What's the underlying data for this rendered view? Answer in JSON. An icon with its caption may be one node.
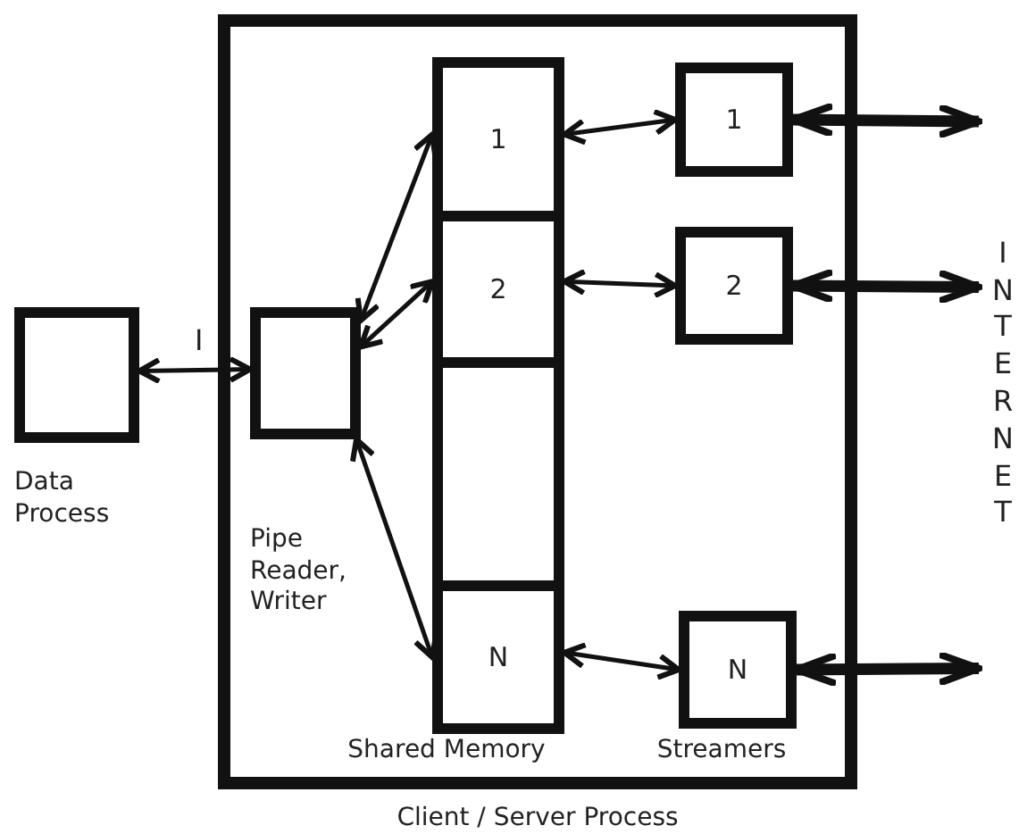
{
  "diagram": {
    "nodes": [
      {
        "text": [
          "Client / Server Process"
        ]
      },
      {
        "text": [
          "Data Process"
        ]
      },
      {
        "text": [
          "Pipe Reader, Writer"
        ],
        "in": 0
      },
      {
        "text": [
          "1"
        ],
        "in": 0
      },
      {
        "text": [
          "2"
        ],
        "in": 0
      },
      {
        "text": [],
        "shape": "box",
        "in": 0
      },
      {
        "text": [
          "N"
        ],
        "in": 0
      },
      {
        "text": [
          "1"
        ],
        "in": 0
      },
      {
        "text": [
          "2"
        ],
        "in": 0
      },
      {
        "text": [
          "N"
        ],
        "in": 0
      },
      {
        "text": [
          "INTERNET"
        ]
      }
    ],
    "edges": [
      {
        "from": 1,
        "to": 2,
        "arrow": "both",
        "label": "I"
      },
      {
        "from": 2,
        "to": 3,
        "arrow": "both"
      },
      {
        "from": 2,
        "to": 4,
        "arrow": "both"
      },
      {
        "from": 2,
        "to": 6,
        "arrow": "both"
      },
      {
        "from": 3,
        "to": 7,
        "arrow": "both"
      },
      {
        "from": 4,
        "to": 8,
        "arrow": "both"
      },
      {
        "from": 6,
        "to": 9,
        "arrow": "both"
      },
      {
        "from": 7,
        "to": 10,
        "arrow": "both",
        "style": "thick"
      },
      {
        "from": 8,
        "to": 10,
        "arrow": "both",
        "style": "thick"
      },
      {
        "from": 9,
        "to": 10,
        "arrow": "both",
        "style": "thick"
      }
    ],
    "labels": [
      "Shared Memory",
      "Streamers"
    ]
  }
}
